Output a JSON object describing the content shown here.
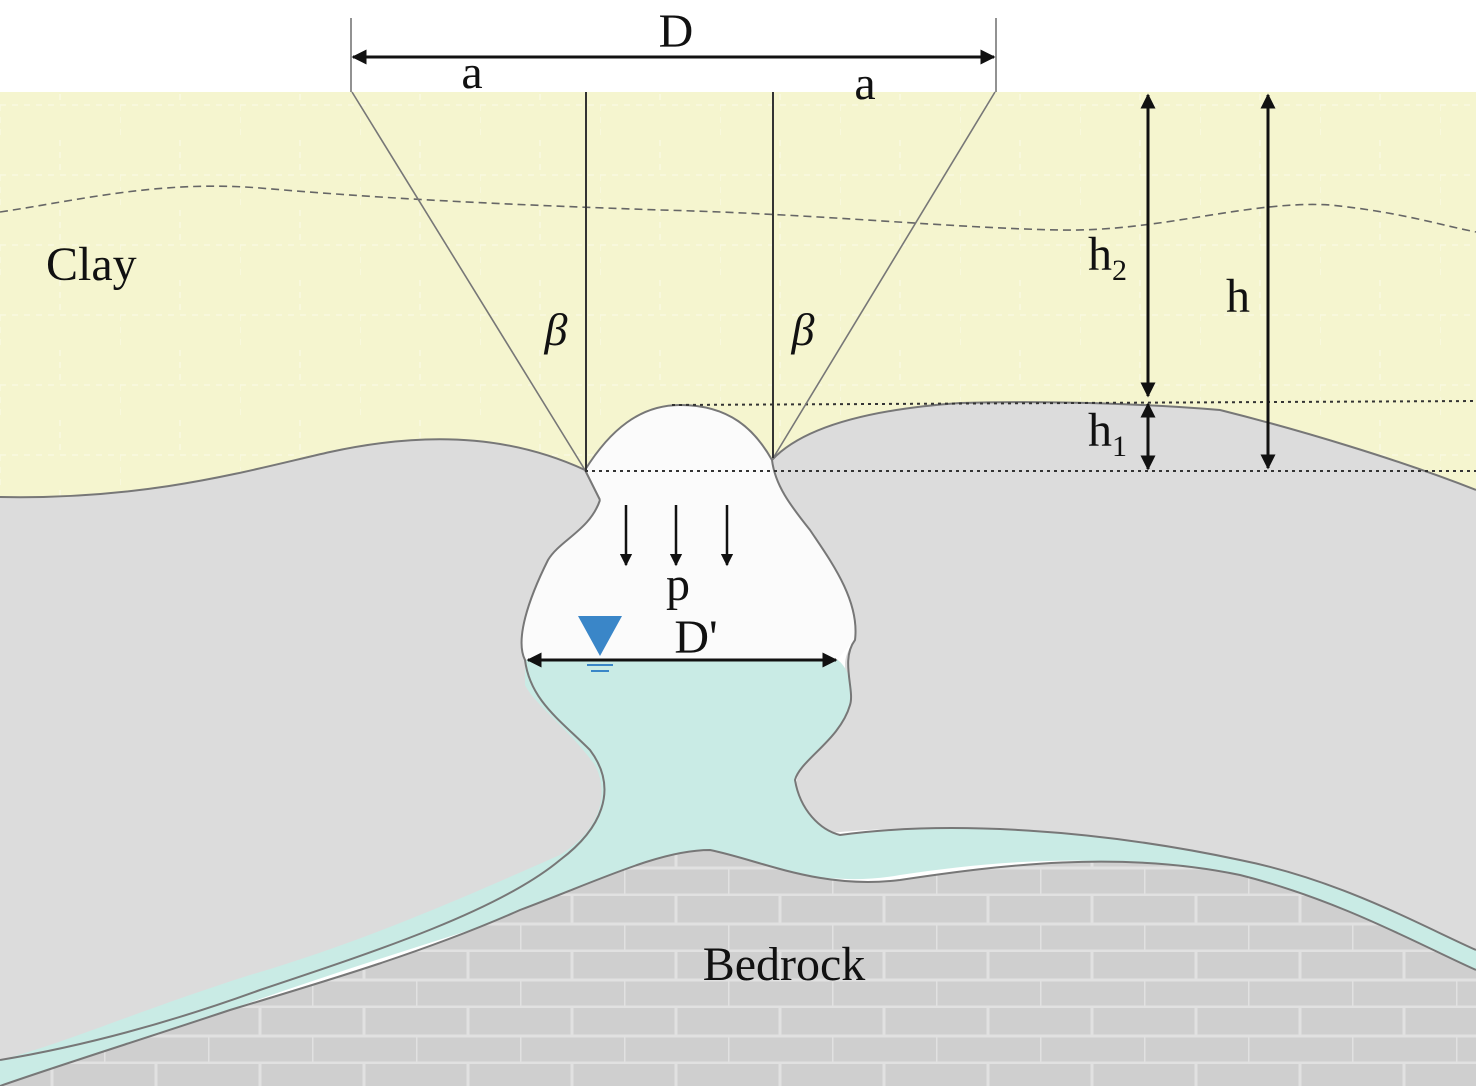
{
  "diagram": {
    "layers": {
      "clay": "Clay",
      "bedrock": "Bedrock"
    },
    "dimensions": {
      "span": "D",
      "left_offset": "a",
      "right_offset": "a",
      "cavity_width": "D'",
      "pressure": "p",
      "angle_left": "β",
      "angle_right": "β",
      "h2_base": "h",
      "h2_sub": "2",
      "h1_base": "h",
      "h1_sub": "1",
      "total": "h"
    },
    "icons": {
      "water_table": "water-level-icon"
    },
    "colors": {
      "clay_fill": "#f5f5cf",
      "soil_fill": "#dcdcdc",
      "bedrock_fill": "#cfcfcf",
      "water_fill": "#c9ebe5",
      "cavity_fill": "#fbfbfb",
      "water_marker": "#3a86c8",
      "line": "#111111"
    }
  }
}
